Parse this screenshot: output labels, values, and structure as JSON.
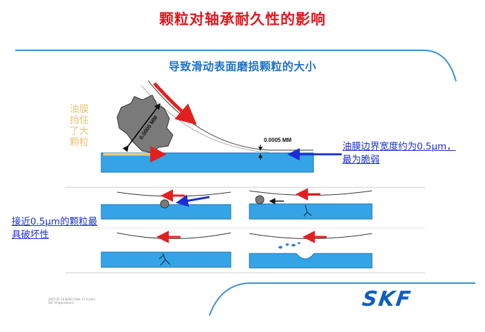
{
  "title": "颗粒对轴承耐久性的影响",
  "subtitle": "导致滑动表面磨损颗粒的大小",
  "side_label": [
    "油膜",
    "挡住",
    "了大",
    "颗粒"
  ],
  "particle_dimension": "0.0005 MM",
  "film_dimension": "0.0005 MM",
  "note_top": "油膜边界宽度约为0.5μm，最为脆弱",
  "note_left": "接近0.5μm的颗粒最具破坏性",
  "footer_lines": [
    "2007-05-16 @SKF Slide 37 [Code]",
    "SKF [Organisation]"
  ],
  "logo": "SKF",
  "colors": {
    "title_red": "#e4141b",
    "subtitle_blue": "#1d70c7",
    "link_blue": "#1a2fd0",
    "label_gold": "#e8c47a",
    "surface_blue": "#35a4e6",
    "arrow_red": "#e32020",
    "arrow_blue": "#1b2ed6"
  }
}
